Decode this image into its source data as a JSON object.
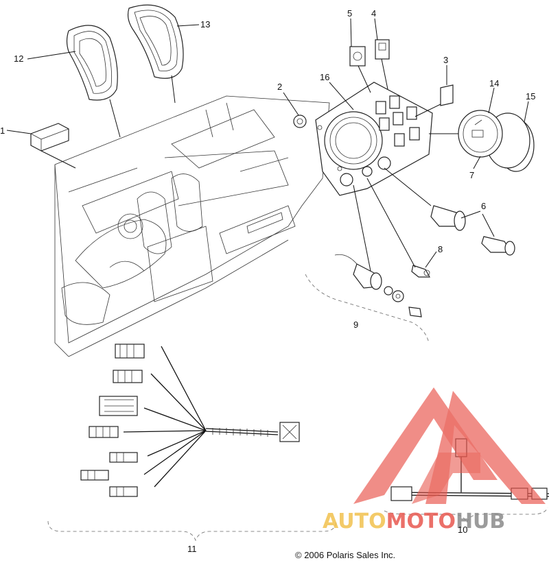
{
  "diagram": {
    "callouts": {
      "c1": "1",
      "c2": "2",
      "c3": "3",
      "c4": "4",
      "c5": "5",
      "c6": "6",
      "c7": "7",
      "c8": "8",
      "c9": "9",
      "c10": "10",
      "c11": "11",
      "c12": "12",
      "c13": "13",
      "c14": "14",
      "c15": "15",
      "c16": "16"
    },
    "copyright": "© 2006 Polaris Sales Inc."
  },
  "watermark": {
    "part1": "AUTO",
    "part2": "MOTO",
    "part3": "HUB",
    "colors": {
      "gold": "#f2c14e",
      "red": "#e8584f",
      "gray": "#8a8a8a"
    }
  }
}
